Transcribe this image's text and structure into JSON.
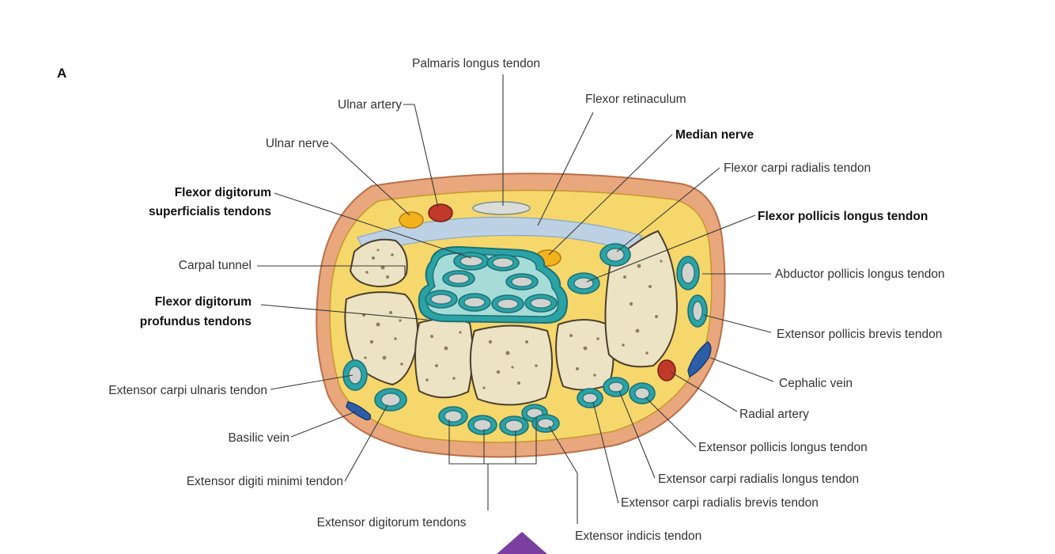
{
  "figure": {
    "panel_letter": "A",
    "labels": {
      "palmaris_longus_tendon": "Palmaris longus tendon",
      "ulnar_artery": "Ulnar artery",
      "flexor_retinaculum": "Flexor retinaculum",
      "ulnar_nerve": "Ulnar nerve",
      "median_nerve": "Median nerve",
      "flexor_carpi_radialis_tendon": "Flexor carpi radialis tendon",
      "fds_line1": "Flexor digitorum",
      "fds_line2": "superficialis tendons",
      "flexor_pollicis_longus_tendon": "Flexor pollicis longus tendon",
      "carpal_tunnel": "Carpal tunnel",
      "abductor_pollicis_longus_tendon": "Abductor pollicis longus tendon",
      "fdp_line1": "Flexor digitorum",
      "fdp_line2": "profundus tendons",
      "extensor_pollicis_brevis_tendon": "Extensor pollicis brevis tendon",
      "extensor_carpi_ulnaris_tendon": "Extensor carpi ulnaris tendon",
      "cephalic_vein": "Cephalic vein",
      "radial_artery": "Radial artery",
      "basilic_vein": "Basilic vein",
      "extensor_pollicis_longus_tendon": "Extensor pollicis longus tendon",
      "extensor_digiti_minimi_tendon": "Extensor digiti minimi tendon",
      "extensor_carpi_radialis_longus_tendon": "Extensor carpi radialis longus tendon",
      "extensor_carpi_radialis_brevis_tendon": "Extensor carpi radialis brevis tendon",
      "extensor_digitorum_tendons": "Extensor digitorum tendons",
      "extensor_indicis_tendon": "Extensor indicis tendon"
    },
    "colors": {
      "skin": "#e8a77c",
      "fat": "#f5d76b",
      "retinaculum": "#bcd1e3",
      "tendon_sheath": "#2aa3a6",
      "bone": "#ece3c4",
      "artery": "#c0392b",
      "vein": "#2c5ea8",
      "nerve": "#f2b21c",
      "nav_marker": "#7b3fa0"
    }
  }
}
